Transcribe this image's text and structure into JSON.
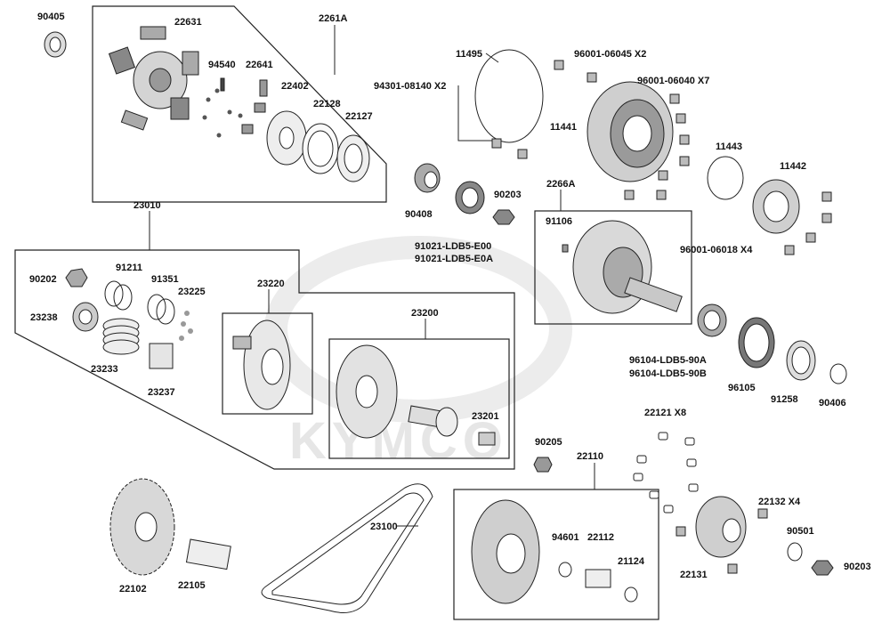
{
  "diagram": {
    "watermark": "KYMCO",
    "labels": {
      "p90405": "90405",
      "p22631": "22631",
      "p2261A": "2261A",
      "p94540": "94540",
      "p22641": "22641",
      "p22402": "22402",
      "p22128": "22128",
      "p22127": "22127",
      "p11495": "11495",
      "p96001_06045": "96001-06045 X2",
      "p96001_06040": "96001-06040 X7",
      "p94301": "94301-08140 X2",
      "p11441": "11441",
      "p11443": "11443",
      "p11442": "11442",
      "p90408": "90408",
      "p90203a": "90203",
      "p2266A": "2266A",
      "p91021a": "91021-LDB5-E00",
      "p91021b": "91021-LDB5-E0A",
      "p91106": "91106",
      "p96001_06018": "96001-06018 X4",
      "p23010": "23010",
      "p90202": "90202",
      "p91211": "91211",
      "p91351": "91351",
      "p23225": "23225",
      "p23220": "23220",
      "p23238": "23238",
      "p23200": "23200",
      "p23233": "23233",
      "p23237": "23237",
      "p96104a": "96104-LDB5-90A",
      "p96104b": "96104-LDB5-90B",
      "p96105": "96105",
      "p91258": "91258",
      "p90406": "90406",
      "p23201": "23201",
      "p22121": "22121 X8",
      "p90205": "90205",
      "p22110": "22110",
      "p23100": "23100",
      "p22132": "22132 X4",
      "p94601": "94601",
      "p22112": "22112",
      "p90501": "90501",
      "p90203b": "90203",
      "p21124": "21124",
      "p22131": "22131",
      "p22102": "22102",
      "p22105": "22105"
    }
  }
}
